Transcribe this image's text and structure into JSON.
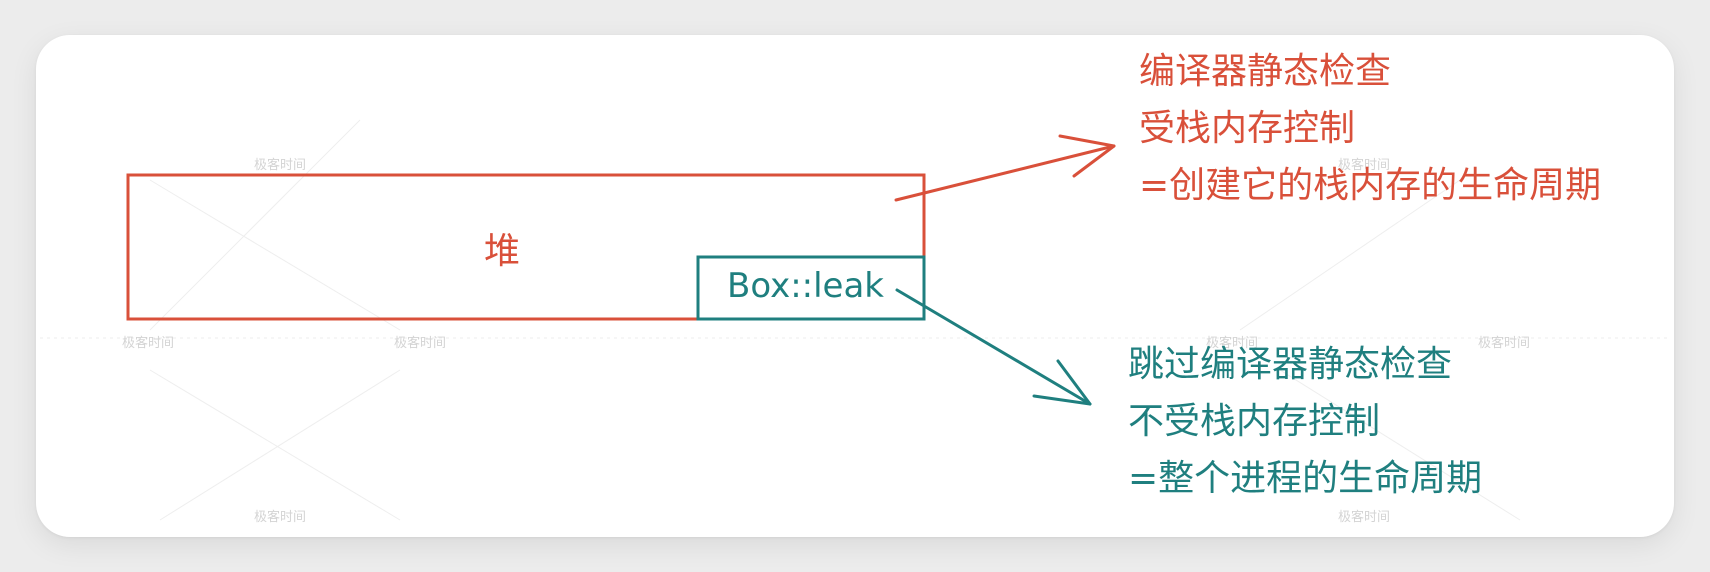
{
  "diagram": {
    "heap_label": "堆",
    "box_leak_label": "Box::leak",
    "stack_annotation": {
      "lines": [
        "编译器静态检查",
        "受栈内存控制",
        "=创建它的栈内存的生命周期"
      ]
    },
    "leak_annotation": {
      "lines": [
        "跳过编译器静态检查",
        "不受栈内存控制",
        "=整个进程的生命周期"
      ]
    },
    "watermark": "极客时间"
  },
  "colors": {
    "red": "#d9503a",
    "teal": "#1f7f7f",
    "watermark": "#d4d4d4"
  }
}
